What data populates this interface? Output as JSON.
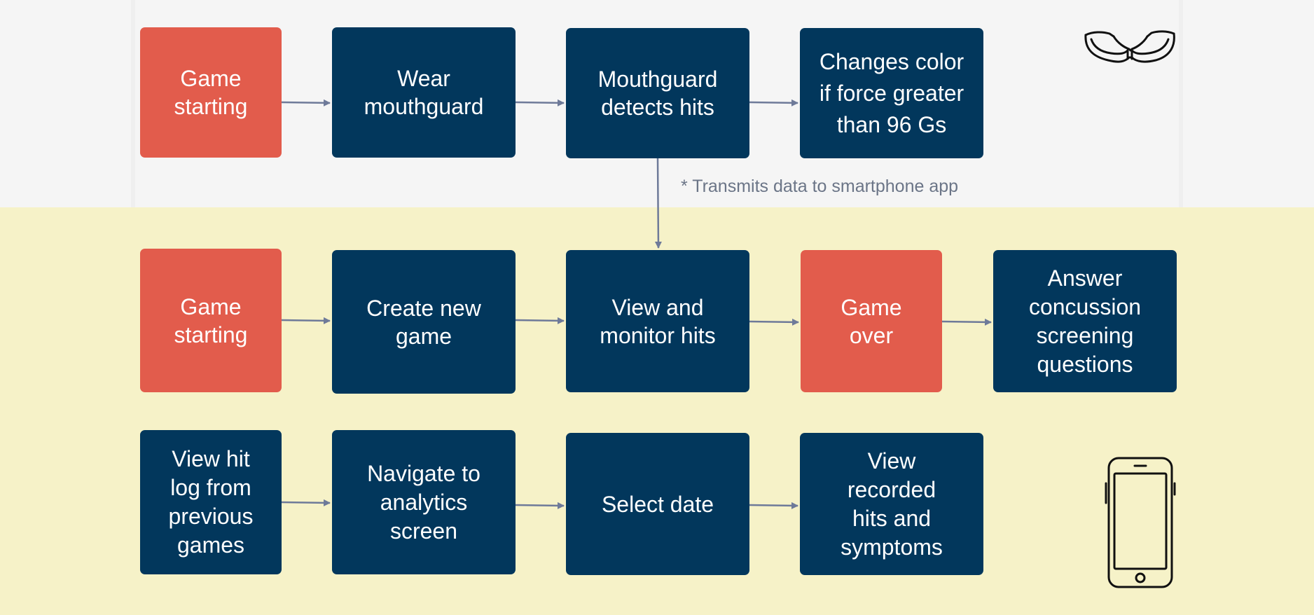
{
  "colors": {
    "start_end_box": "#e25c4c",
    "step_box": "#02375c",
    "arrow": "#6e7a99",
    "top_band": "#f5f5f5",
    "bottom_band": "#f6f2c8"
  },
  "row1": [
    "Game\nstarting",
    "Wear\nmouthguard",
    "Mouthguard\ndetects hits",
    "Changes color\nif force greater\nthan 96 Gs"
  ],
  "note": "* Transmits data to smartphone app",
  "row2": [
    "Game\nstarting",
    "Create new\ngame",
    "View and\nmonitor hits",
    "Game\nover",
    "Answer\nconcussion\nscreening\nquestions"
  ],
  "row3": [
    "View hit\nlog from\nprevious\ngames",
    "Navigate to\nanalytics\nscreen",
    "Select date",
    "View\nrecorded\nhits and\nsymptoms"
  ],
  "icons": {
    "mouthguard": "mouthguard-icon",
    "smartphone": "smartphone-icon"
  }
}
